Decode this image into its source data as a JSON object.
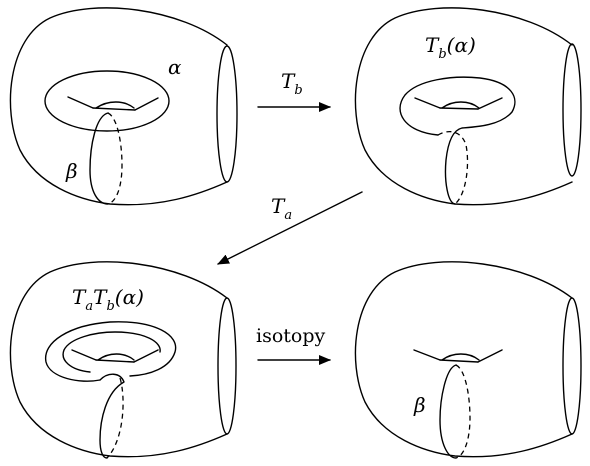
{
  "panels": [
    {
      "alpha_label": "α",
      "beta_label": "β"
    },
    {
      "label_main": "T",
      "label_sub": "b",
      "label_tail": "(α)"
    },
    {
      "label_a": "T",
      "label_a_sub": "a",
      "label_b": "T",
      "label_b_sub": "b",
      "label_tail": "(α)"
    },
    {
      "beta_label": "β"
    }
  ],
  "arrows": {
    "tb_main": "T",
    "tb_sub": "b",
    "ta_main": "T",
    "ta_sub": "a",
    "isotopy_label": "isotopy"
  }
}
